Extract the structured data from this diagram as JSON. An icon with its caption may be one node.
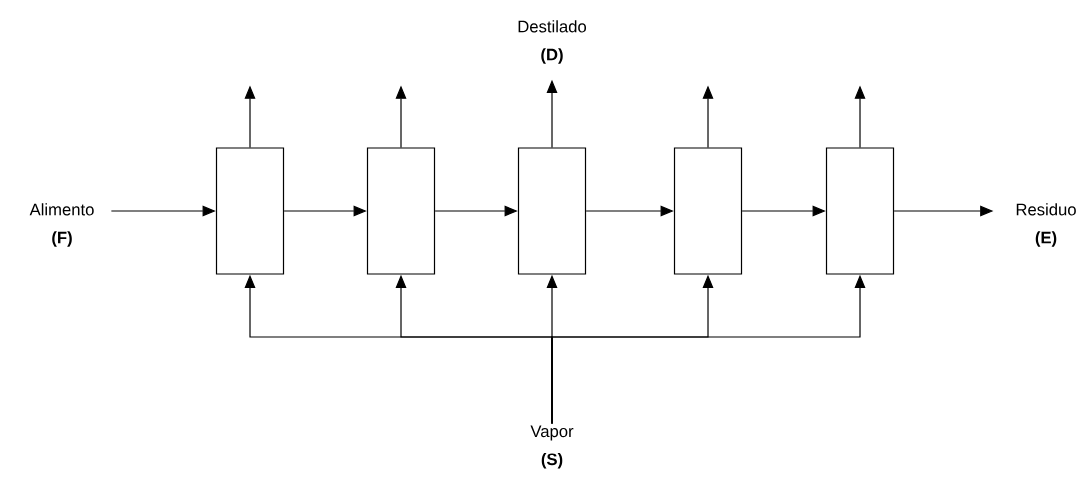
{
  "diagram": {
    "nodes": [
      {
        "text": [
          "Alimento",
          "(F)"
        ]
      },
      {
        "text": [
          "Destilado",
          "(D)"
        ]
      },
      {
        "text": [
          "Residuo",
          "(E)"
        ]
      },
      {
        "text": [
          "Vapor",
          "(S)"
        ]
      },
      {
        "text": [],
        "shape": "box"
      },
      {
        "text": [],
        "shape": "box"
      },
      {
        "text": [],
        "shape": "box"
      },
      {
        "text": [],
        "shape": "box"
      },
      {
        "text": [],
        "shape": "box"
      }
    ],
    "edges": [
      {
        "from": 0,
        "to": 4,
        "arrow": "to"
      },
      {
        "from": 4,
        "to": 5,
        "arrow": "to"
      },
      {
        "from": 5,
        "to": 6,
        "arrow": "to"
      },
      {
        "from": 6,
        "to": 7,
        "arrow": "to"
      },
      {
        "from": 7,
        "to": 8,
        "arrow": "to"
      },
      {
        "from": 8,
        "to": 2,
        "arrow": "to"
      },
      {
        "from": 4,
        "to": null,
        "arrow": "to"
      },
      {
        "from": 5,
        "to": null,
        "arrow": "to"
      },
      {
        "from": 6,
        "to": 1,
        "arrow": "to"
      },
      {
        "from": 7,
        "to": null,
        "arrow": "to"
      },
      {
        "from": 8,
        "to": null,
        "arrow": "to"
      },
      {
        "from": 3,
        "to": 4,
        "arrow": "to"
      },
      {
        "from": 3,
        "to": 5,
        "arrow": "to"
      },
      {
        "from": 3,
        "to": 6,
        "arrow": "to"
      },
      {
        "from": 3,
        "to": 7,
        "arrow": "to"
      },
      {
        "from": 3,
        "to": 8,
        "arrow": "to"
      }
    ]
  }
}
